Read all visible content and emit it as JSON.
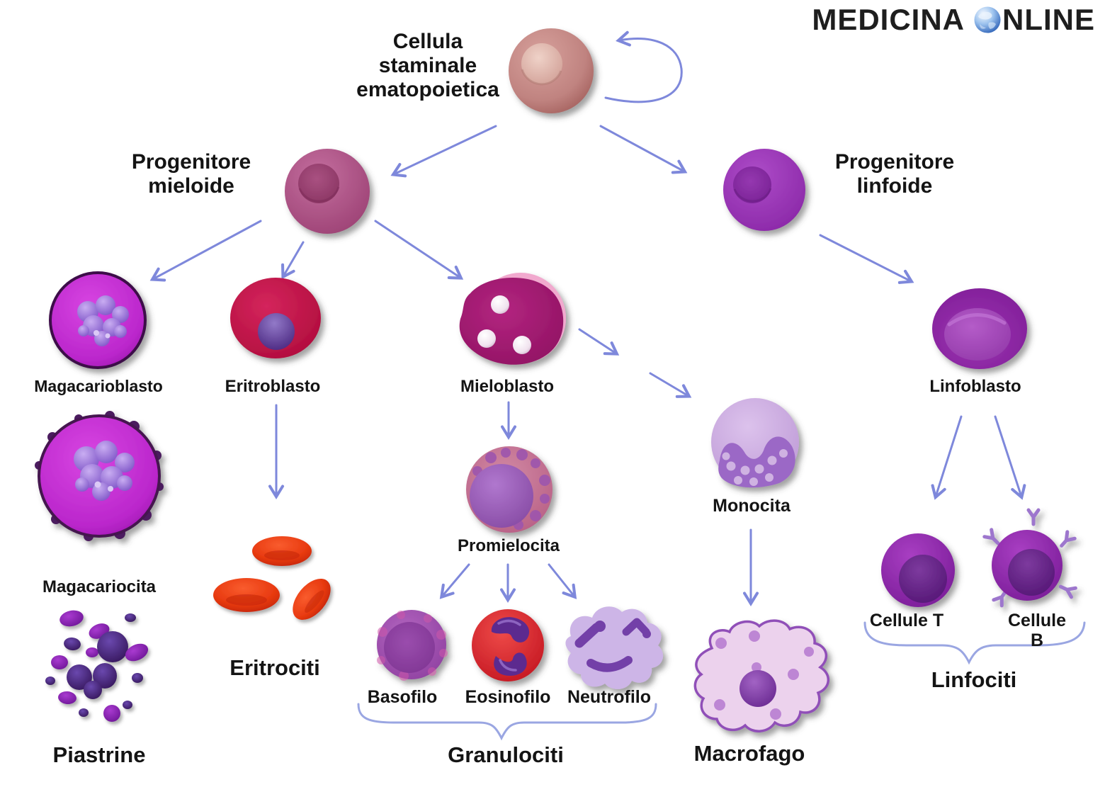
{
  "logo": {
    "medicina": "MEDICINA",
    "nline": "NLINE",
    "globe_icon": "globe-icon"
  },
  "labels": {
    "stem_cell": "Cellula\nstaminale\nematopoietica",
    "myeloid_progenitor": "Progenitore\nmieloide",
    "lymphoid_progenitor": "Progenitore\nlinfoide",
    "megakaryoblast": "Magacarioblasto",
    "erythroblast": "Eritroblasto",
    "myeloblast": "Mieloblasto",
    "lymphoblast": "Linfoblasto",
    "megakaryocyte": "Magacariocita",
    "platelets": "Piastrine",
    "erythrocytes": "Eritrociti",
    "promyelocyte": "Promielocita",
    "basophil": "Basofilo",
    "eosinophil": "Eosinofilo",
    "neutrophil": "Neutrofilo",
    "granulocytes": "Granulociti",
    "monocyte": "Monocita",
    "macrophage": "Macrofago",
    "t_cells": "Cellule T",
    "b_cells": "Cellule B",
    "lymphocytes": "Linfociti"
  },
  "colors": {
    "arrow": "#7e88db",
    "brace": "#9aa6e2",
    "label_text": "#141414",
    "stem_cell": "#c48a87",
    "myeloid_progenitor": "#b2568c",
    "lymphoid_progenitor": "#9d3db8",
    "megakaryoblast": "#c031ce",
    "erythroblast": "#c5164a",
    "myeloblast": "#a61d73",
    "promyelocyte": "#9a5cb5",
    "monocyte": "#cdaade",
    "macrophage": "#ecd2ed",
    "erythrocyte": "#e0350e",
    "basophil": "#a252b2",
    "eosinophil": "#d7202e",
    "neutrophil": "#cdb5e7",
    "lymphoblast": "#8e2ba2",
    "lymphocyte": "#8a25a8",
    "platelet": "#5c2a93"
  }
}
